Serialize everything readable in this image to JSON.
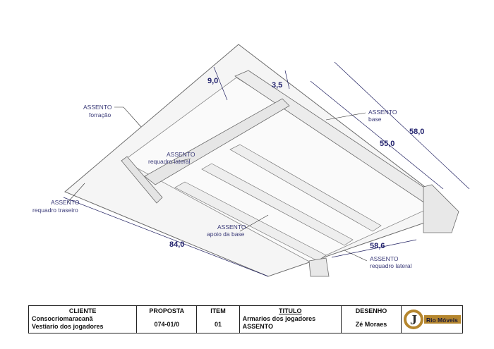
{
  "drawing": {
    "labels": {
      "forracao": {
        "part": "ASSENTO",
        "sub": "forração"
      },
      "requadro_lateral_top": {
        "part": "ASSENTO",
        "sub": "requadro lateral"
      },
      "base": {
        "part": "ASSENTO",
        "sub": "base"
      },
      "requadro_traseiro": {
        "part": "ASSENTO",
        "sub": "requadro traseiro"
      },
      "apoio_base": {
        "part": "ASSENTO",
        "sub": "apoio da base"
      },
      "requadro_lateral_bottom": {
        "part": "ASSENTO",
        "sub": "requadro lateral"
      }
    },
    "dimensions": {
      "d_9_0": "9,0",
      "d_3_5": "3,5",
      "d_58_0": "58,0",
      "d_55_0": "55,0",
      "d_84_0": "84,0",
      "d_58_6": "58,6"
    },
    "colors": {
      "panel": "#f4f4f4",
      "edge": "#6b6b6b",
      "dimension": "#23236e"
    }
  },
  "title_block": {
    "cliente": {
      "header": "CLIENTE",
      "line1": "Consocriomaracanã",
      "line2": "Vestiario dos jogadores"
    },
    "proposta": {
      "header": "PROPOSTA",
      "value": "074-01/0"
    },
    "item": {
      "header": "ITEM",
      "value": "01"
    },
    "titulo": {
      "header": "TITULO",
      "line1": "Armarios dos jogadores",
      "line2": "ASSENTO"
    },
    "desenho": {
      "header": "DESENHO",
      "value": "Zé Moraes"
    },
    "logo": {
      "text": "Rio Móveis",
      "letter": "J",
      "icon": "rio-moveis-logo"
    }
  }
}
